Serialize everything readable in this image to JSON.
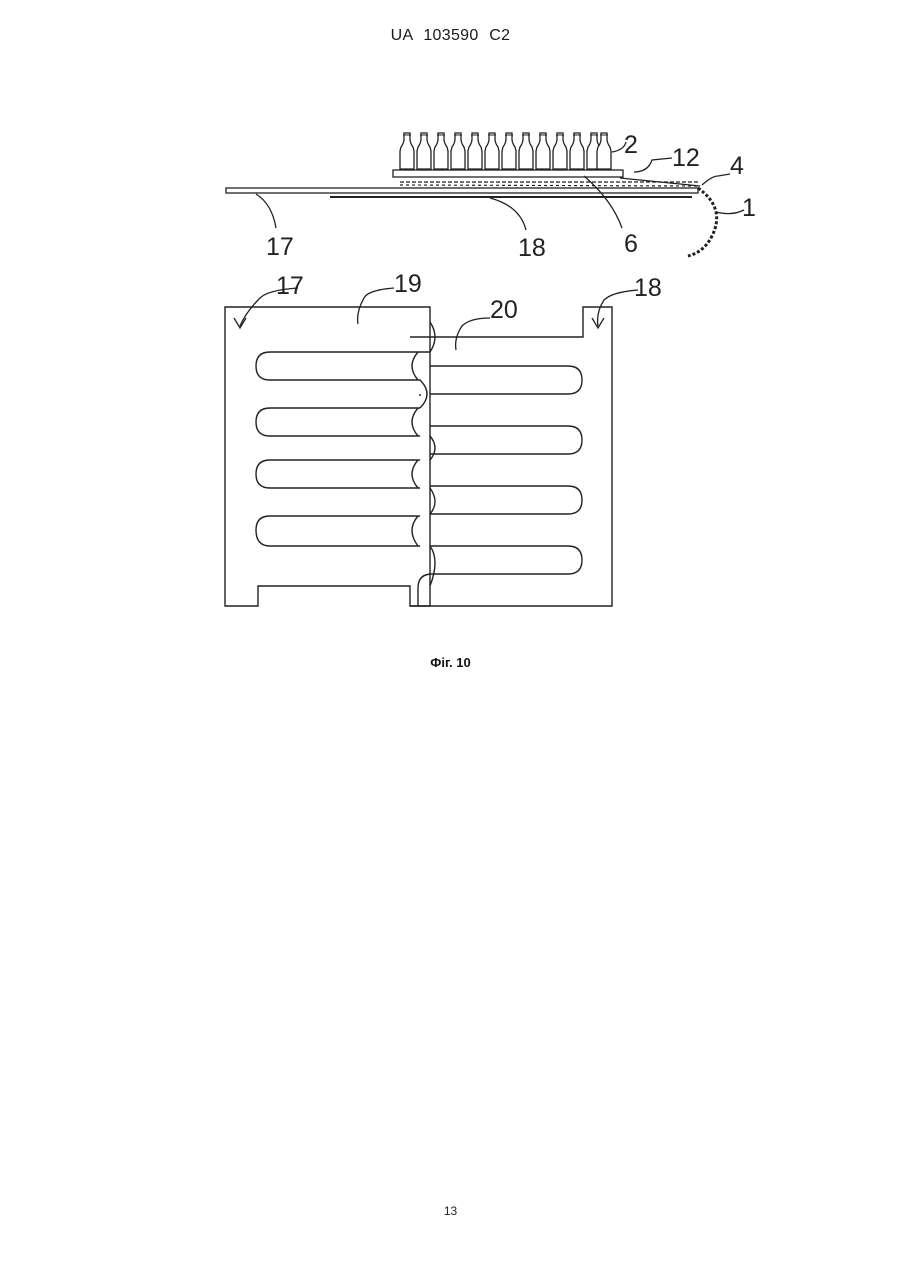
{
  "header": {
    "text": "UA   103590   C2"
  },
  "figure": {
    "caption": "Фіг. 10",
    "labels": {
      "l1": "1",
      "l2": "2",
      "l4": "4",
      "l6": "6",
      "l12": "12",
      "l17_top": "17",
      "l18_top": "18",
      "l17": "17",
      "l18": "18",
      "l19": "19",
      "l20": "20"
    }
  },
  "footer": {
    "page_number": "13"
  }
}
